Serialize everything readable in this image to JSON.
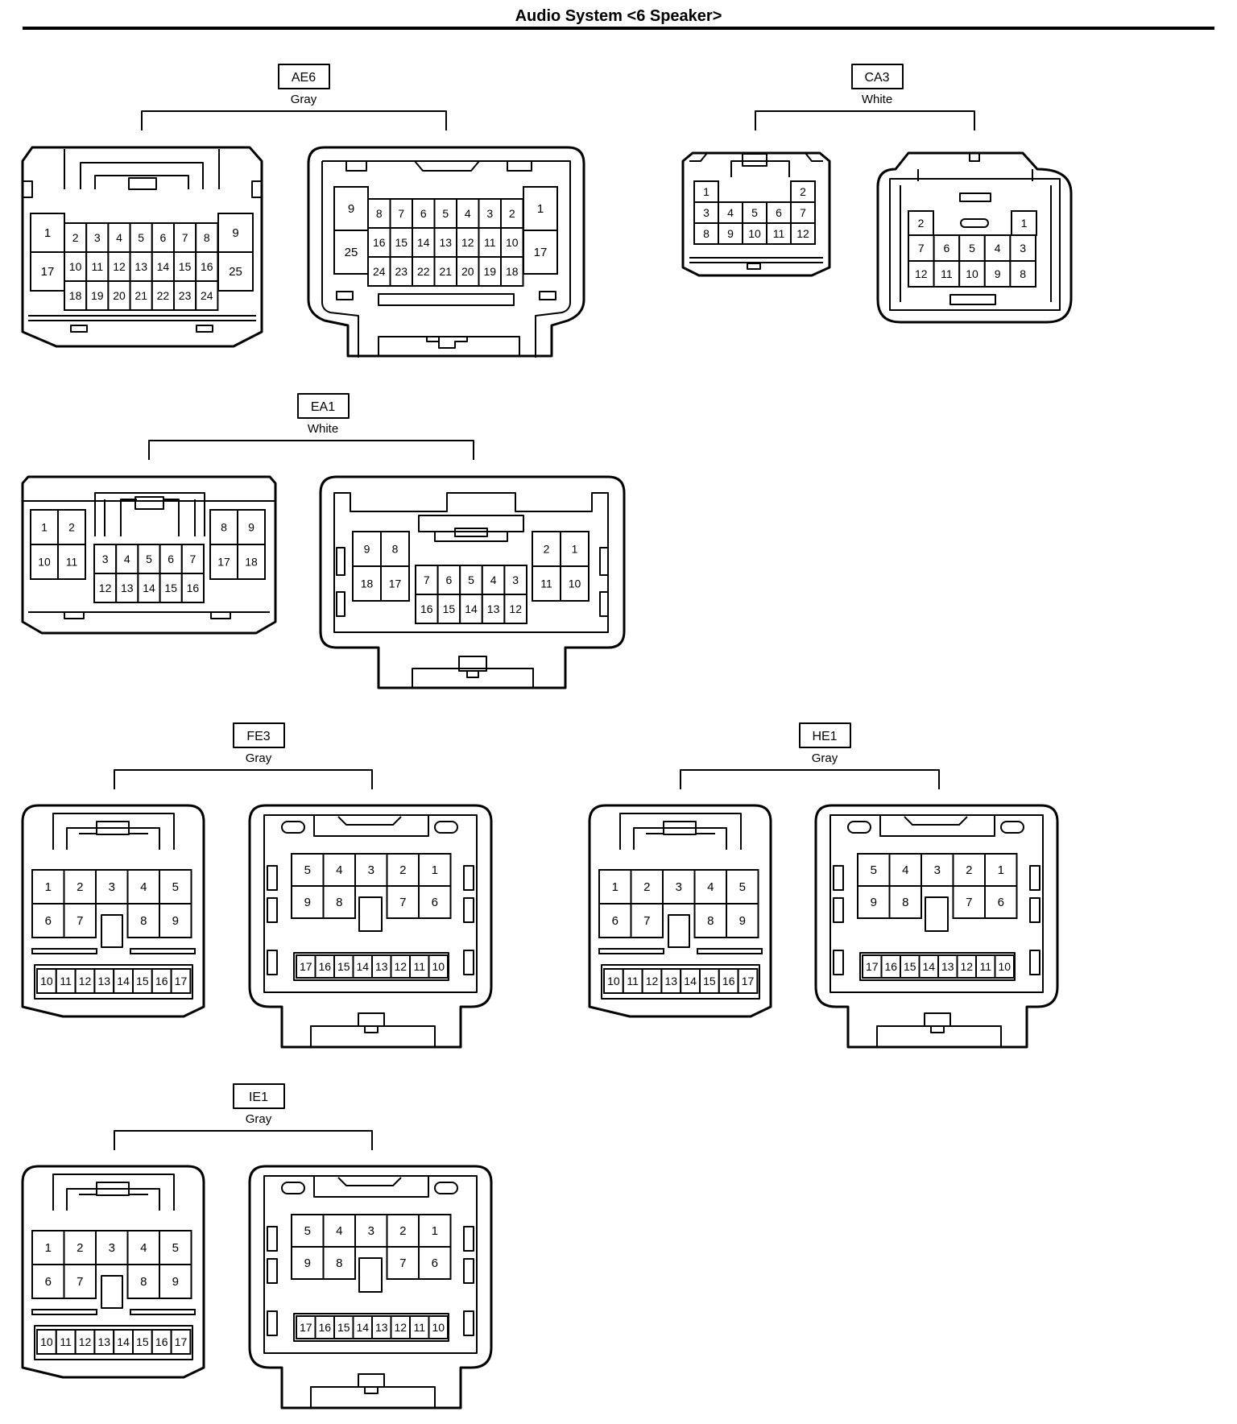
{
  "title": "Audio System <6 Speaker>",
  "connectors": [
    {
      "id": "AE6",
      "color": "Gray"
    },
    {
      "id": "CA3",
      "color": "White"
    },
    {
      "id": "EA1",
      "color": "White"
    },
    {
      "id": "FE3",
      "color": "Gray"
    },
    {
      "id": "HE1",
      "color": "Gray"
    },
    {
      "id": "IE1",
      "color": "Gray"
    }
  ],
  "pinouts": {
    "ae6_left": {
      "top": [
        "1",
        "2",
        "3",
        "4",
        "5",
        "6",
        "7",
        "8",
        "9"
      ],
      "mid": [
        "17",
        "10",
        "11",
        "12",
        "13",
        "14",
        "15",
        "16",
        "25"
      ],
      "bot": [
        "18",
        "19",
        "20",
        "21",
        "22",
        "23",
        "24"
      ]
    },
    "ae6_right": {
      "top": [
        "9",
        "8",
        "7",
        "6",
        "5",
        "4",
        "3",
        "2",
        "1"
      ],
      "mid": [
        "25",
        "16",
        "15",
        "14",
        "13",
        "12",
        "11",
        "10",
        "17"
      ],
      "bot": [
        "24",
        "23",
        "22",
        "21",
        "20",
        "19",
        "18"
      ]
    },
    "ca3_left": {
      "top": [
        "1",
        "2"
      ],
      "mid": [
        "3",
        "4",
        "5",
        "6",
        "7"
      ],
      "bot": [
        "8",
        "9",
        "10",
        "11",
        "12"
      ]
    },
    "ca3_right": {
      "top": [
        "2",
        "1"
      ],
      "mid": [
        "7",
        "6",
        "5",
        "4",
        "3"
      ],
      "bot": [
        "12",
        "11",
        "10",
        "9",
        "8"
      ]
    },
    "ea1_left": {
      "top": [
        "1",
        "2",
        "8",
        "9"
      ],
      "mid": [
        "10",
        "11",
        "3",
        "4",
        "5",
        "6",
        "7",
        "17",
        "18"
      ],
      "bot": [
        "12",
        "13",
        "14",
        "15",
        "16"
      ]
    },
    "ea1_right": {
      "top": [
        "9",
        "8",
        "2",
        "1"
      ],
      "mid": [
        "18",
        "17",
        "7",
        "6",
        "5",
        "4",
        "3",
        "11",
        "10"
      ],
      "bot": [
        "16",
        "15",
        "14",
        "13",
        "12"
      ]
    },
    "type_l": {
      "row1": [
        "1",
        "2",
        "3",
        "4",
        "5"
      ],
      "row2": [
        "6",
        "7",
        "8",
        "9"
      ],
      "row3": [
        "10",
        "11",
        "12",
        "13",
        "14",
        "15",
        "16",
        "17"
      ]
    },
    "type_r": {
      "row1": [
        "5",
        "4",
        "3",
        "2",
        "1"
      ],
      "row2": [
        "9",
        "8",
        "7",
        "6"
      ],
      "row3": [
        "17",
        "16",
        "15",
        "14",
        "13",
        "12",
        "11",
        "10"
      ]
    }
  }
}
